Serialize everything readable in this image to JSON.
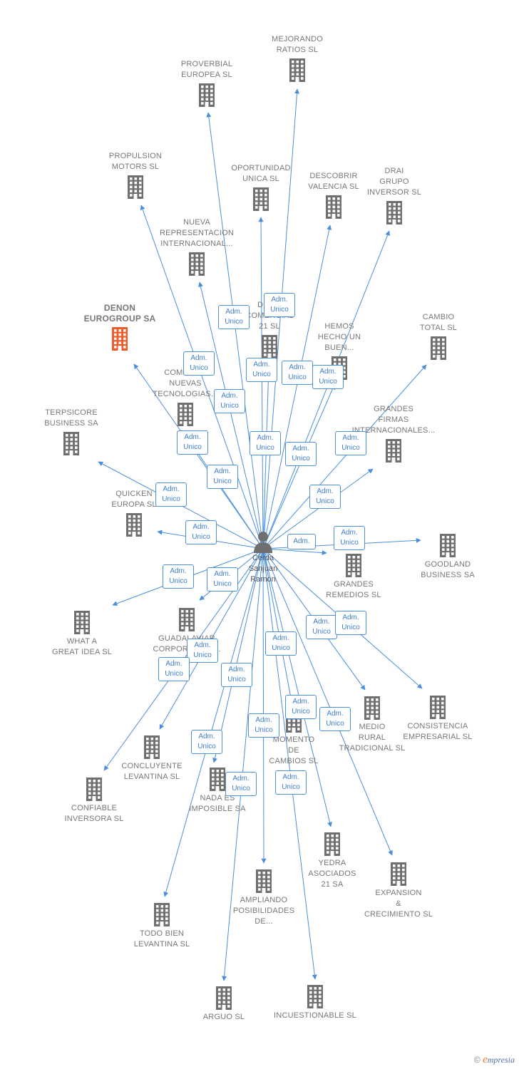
{
  "person": {
    "name_lines": [
      "Cerda",
      "Sanjuan",
      "Ramon"
    ]
  },
  "relation": {
    "line1": "Adm.",
    "line2": "Unico"
  },
  "colors": {
    "edge": "#4a8fdb",
    "building": "#6f6f6f",
    "highlight": "#f05a28",
    "person": "#6f6f6f"
  },
  "companies": [
    {
      "id": "mejorando",
      "lines": [
        "MEJORANDO",
        "RATIOS SL"
      ]
    },
    {
      "id": "proverbial",
      "lines": [
        "PROVERBIAL",
        "EUROPEA SL"
      ]
    },
    {
      "id": "propulsion",
      "lines": [
        "PROPULSION",
        "MOTORS SL"
      ]
    },
    {
      "id": "oportunidad",
      "lines": [
        "OPORTUNIDAD",
        "UNICA SL"
      ]
    },
    {
      "id": "descobrir",
      "lines": [
        "DESCOBRIR",
        "VALENCIA SL"
      ]
    },
    {
      "id": "drai",
      "lines": [
        "DRAI",
        "GRUPO",
        "INVERSOR SL"
      ]
    },
    {
      "id": "nueva",
      "lines": [
        "NUEVA",
        "REPRESENTACION",
        "INTERNACIONAL..."
      ]
    },
    {
      "id": "denon",
      "lines": [
        "DENON",
        "EUROGROUP SA"
      ]
    },
    {
      "id": "demo",
      "lines": [
        "DEMO",
        "COMERCIAL",
        "21 SL"
      ]
    },
    {
      "id": "hemos",
      "lines": [
        "HEMOS",
        "HECHO UN",
        "BUEN..."
      ]
    },
    {
      "id": "cambio",
      "lines": [
        "CAMBIO",
        "TOTAL SL"
      ]
    },
    {
      "id": "compania",
      "lines": [
        "COMPAÑIA",
        "NUEVAS",
        "TECNOLOGIAS..."
      ]
    },
    {
      "id": "terpsicore",
      "lines": [
        "TERPSICORE",
        "BUSINESS SA"
      ]
    },
    {
      "id": "grandesfirmas",
      "lines": [
        "GRANDES",
        "FIRMAS",
        "INTERNACIONALES..."
      ]
    },
    {
      "id": "quicken",
      "lines": [
        "QUICKEN",
        "EUROPA SL"
      ]
    },
    {
      "id": "goodland",
      "lines": [
        "GOODLAND",
        "BUSINESS SA"
      ]
    },
    {
      "id": "grandesremedios",
      "lines": [
        "GRANDES",
        "REMEDIOS SL"
      ]
    },
    {
      "id": "whataidea",
      "lines": [
        "WHAT A",
        "GREAT IDEA SL"
      ]
    },
    {
      "id": "guadalaviar",
      "lines": [
        "GUADALAVIAR",
        "CORPORACION..."
      ]
    },
    {
      "id": "medio",
      "lines": [
        "MEDIO",
        "RURAL",
        "TRADICIONAL SL"
      ]
    },
    {
      "id": "consistencia",
      "lines": [
        "CONSISTENCIA",
        "EMPRESARIAL SL"
      ]
    },
    {
      "id": "concluyente",
      "lines": [
        "CONCLUYENTE",
        "LEVANTINA SL"
      ]
    },
    {
      "id": "momento",
      "lines": [
        "MOMENTO",
        "DE",
        "CAMBIOS SL"
      ]
    },
    {
      "id": "confiable",
      "lines": [
        "CONFIABLE",
        "INVERSORA SL"
      ]
    },
    {
      "id": "nada",
      "lines": [
        "NADA ES",
        "IMPOSIBLE SA"
      ]
    },
    {
      "id": "yedra",
      "lines": [
        "YEDRA",
        "ASOCIADOS",
        "21 SA"
      ]
    },
    {
      "id": "expansion",
      "lines": [
        "EXPANSION",
        "&",
        "CRECIMIENTO SL"
      ]
    },
    {
      "id": "ampliando",
      "lines": [
        "AMPLIANDO",
        "POSIBILIDADES",
        "DE..."
      ]
    },
    {
      "id": "todobien",
      "lines": [
        "TODO BIEN",
        "LEVANTINA SL"
      ]
    },
    {
      "id": "arguo",
      "lines": [
        "ARGUO SL"
      ]
    },
    {
      "id": "incuestionable",
      "lines": [
        "INCUESTIONABLE SL"
      ]
    }
  ],
  "brand": {
    "copyright": "©",
    "e": "e",
    "rest": "mpresia"
  }
}
